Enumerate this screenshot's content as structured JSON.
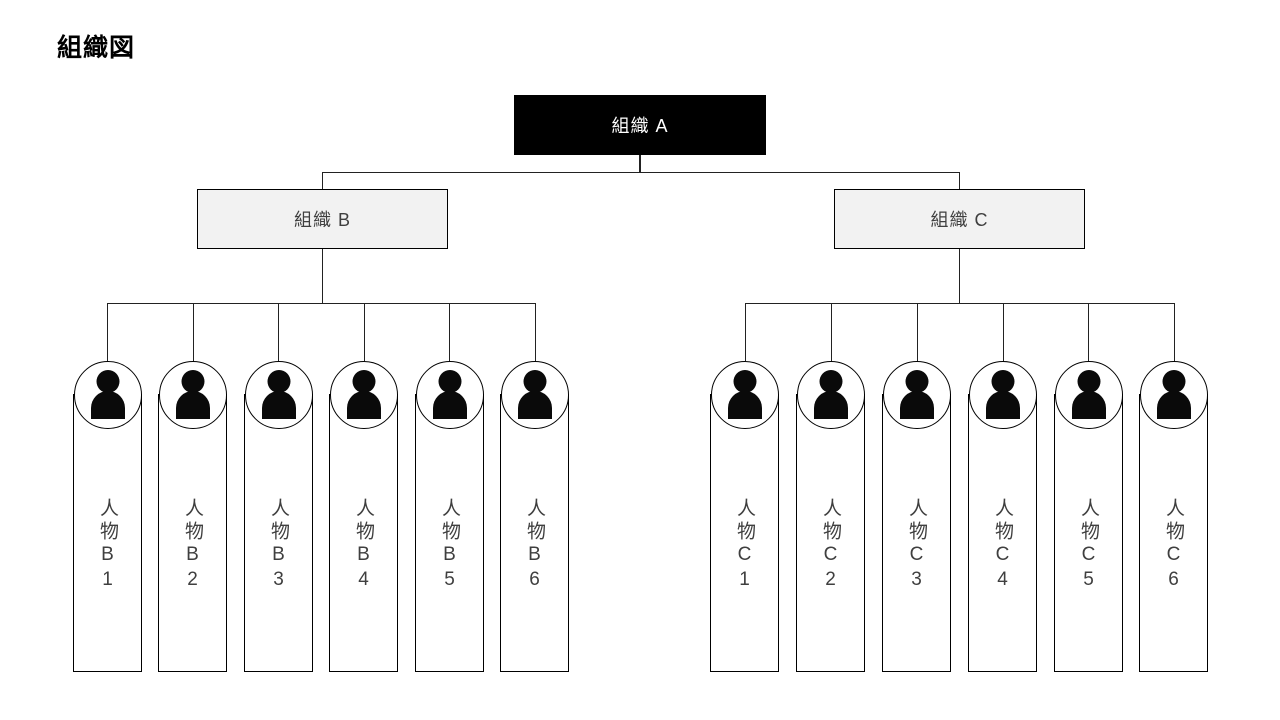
{
  "page_title": "組織図",
  "chart": {
    "type": "org-chart",
    "root": {
      "label": "組織 A"
    },
    "groups": [
      {
        "label": "組織 B",
        "members": [
          {
            "label": "人物B1"
          },
          {
            "label": "人物B2"
          },
          {
            "label": "人物B3"
          },
          {
            "label": "人物B4"
          },
          {
            "label": "人物B5"
          },
          {
            "label": "人物B6"
          }
        ]
      },
      {
        "label": "組織 C",
        "members": [
          {
            "label": "人物C1"
          },
          {
            "label": "人物C2"
          },
          {
            "label": "人物C3"
          },
          {
            "label": "人物C4"
          },
          {
            "label": "人物C5"
          },
          {
            "label": "人物C6"
          }
        ]
      }
    ]
  },
  "colors": {
    "background": "#ffffff",
    "root_fill": "#000000",
    "root_text": "#ffffff",
    "group_fill": "#f2f2f2",
    "shape_border": "#000000",
    "connector": "#222222",
    "label_text": "#3f3f3f",
    "person_icon": "#0a0a0a"
  }
}
